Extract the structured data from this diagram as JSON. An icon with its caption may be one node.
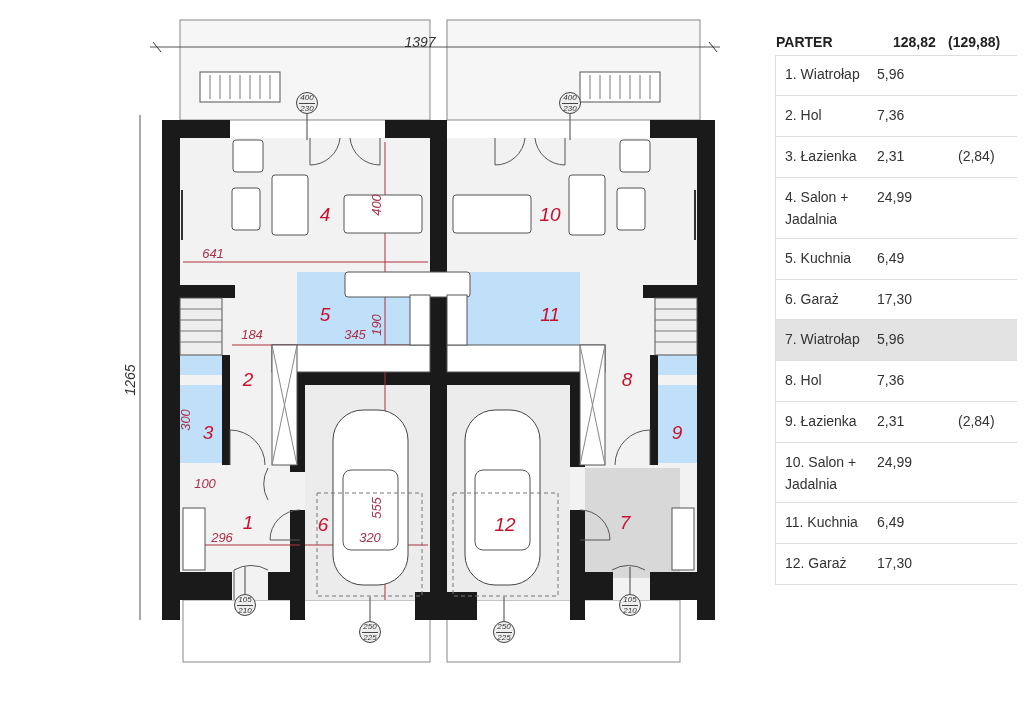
{
  "diagram": {
    "nodes": [
      {
        "text": [
          "400",
          "230"
        ]
      },
      {
        "text": [
          "400",
          "230"
        ]
      },
      {
        "text": [
          "105",
          "210"
        ]
      },
      {
        "text": [
          "250",
          "225"
        ]
      },
      {
        "text": [
          "250",
          "225"
        ]
      },
      {
        "text": [
          "105",
          "210"
        ]
      }
    ],
    "edges": [
      {
        "from": 0,
        "to": null,
        "arrow": "none"
      },
      {
        "from": 1,
        "to": null,
        "arrow": "none"
      },
      {
        "from": 2,
        "to": null,
        "arrow": "none"
      },
      {
        "from": 3,
        "to": null,
        "arrow": "none"
      },
      {
        "from": 4,
        "to": null,
        "arrow": "none"
      },
      {
        "from": 5,
        "to": null,
        "arrow": "none"
      }
    ],
    "labels": [
      "1397",
      "1265",
      "4",
      "400",
      "641",
      "10",
      "5",
      "184",
      "345",
      "190",
      "11",
      "2",
      "8",
      "300",
      "3",
      "9",
      "100",
      "555",
      "1",
      "296",
      "6",
      "320",
      "12",
      "7",
      "PARTER",
      "128,82",
      "(129,88)",
      "1. Wiatrołap",
      "5,96",
      "2. Hol",
      "7,36",
      "3. Łazienka",
      "2,31",
      "(2,84)",
      "4. Salon + Jadalnia",
      "24,99",
      "5. Kuchnia",
      "6,49",
      "6. Garaż",
      "17,30",
      "7. Wiatrołap",
      "5,96",
      "8. Hol",
      "7,36",
      "9. Łazienka",
      "2,31",
      "(2,84)",
      "10. Salon + Jadalnia",
      "24,99",
      "11. Kuchnia",
      "6,49",
      "12. Garaż",
      "17,30"
    ]
  }
}
